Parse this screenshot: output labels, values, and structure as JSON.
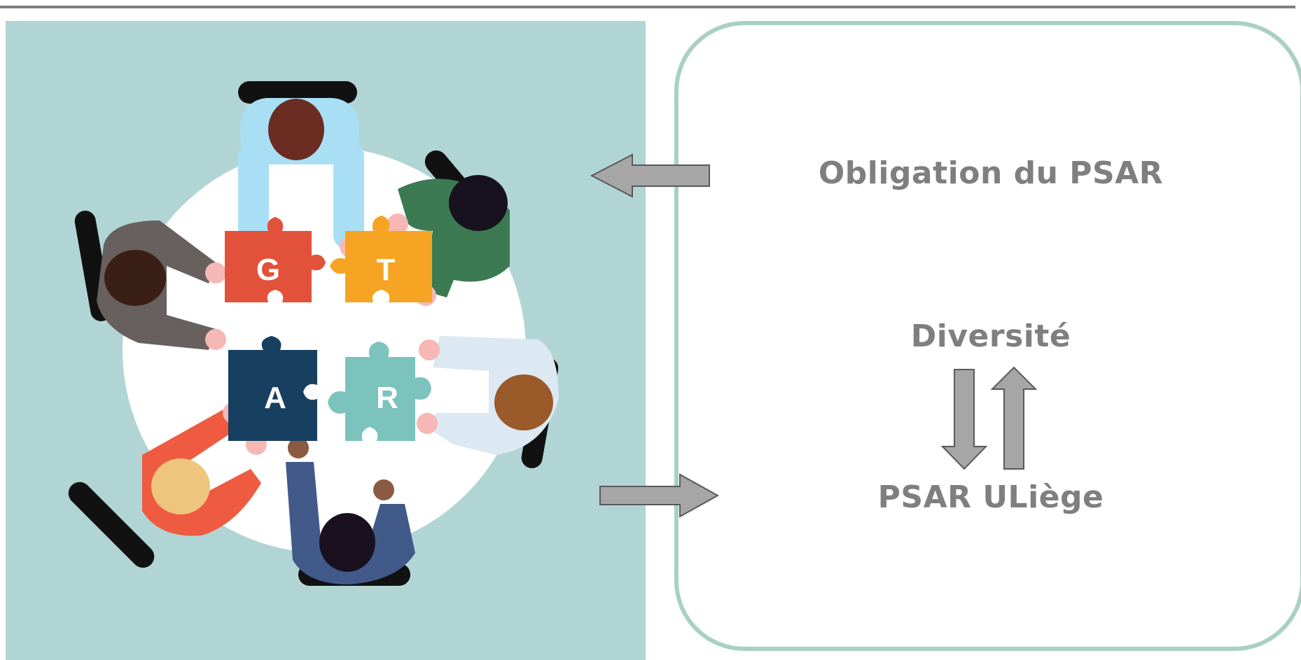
{
  "illustration": {
    "background_color": "#b1d5d4",
    "table_color": "#ffffff",
    "puzzle_pieces": [
      {
        "letter": "G",
        "color": "#e2513a"
      },
      {
        "letter": "T",
        "color": "#f5a523"
      },
      {
        "letter": "A",
        "color": "#173f5f"
      },
      {
        "letter": "R",
        "color": "#7cc3bd"
      }
    ]
  },
  "panel": {
    "border_color": "#a9d0c3",
    "text_color": "#7f7f7f",
    "obligation": "Obligation du PSAR",
    "diversity": "Diversité",
    "psar_uliege": "PSAR ULiège"
  },
  "arrow_fill": "#a6a6a6"
}
